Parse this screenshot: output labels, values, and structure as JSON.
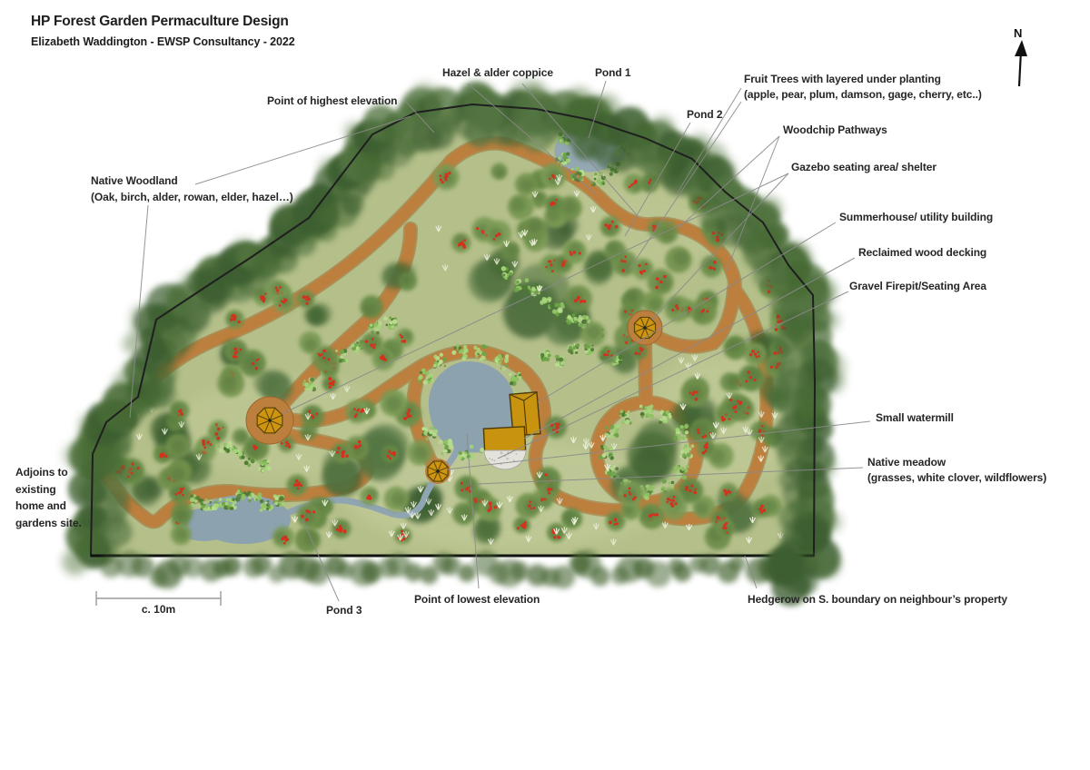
{
  "title": "HP Forest Garden Permaculture Design",
  "subtitle": "Elizabeth Waddington - EWSP Consultancy - 2022",
  "compass_label": "N",
  "scale_label": "c. 10m",
  "labels": {
    "highest_elevation": "Point of highest elevation",
    "hazel_coppice": "Hazel & alder coppice",
    "pond1": "Pond 1",
    "pond2": "Pond 2",
    "fruit_trees_1": "Fruit Trees with layered under planting",
    "fruit_trees_2": "(apple, pear, plum, damson, gage, cherry, etc..)",
    "woodchip": "Woodchip Pathways",
    "gazebo": "Gazebo seating area/ shelter",
    "summerhouse": "Summerhouse/ utility building",
    "decking": "Reclaimed wood decking",
    "gravel": "Gravel Firepit/Seating Area",
    "native_woodland_1": "Native Woodland",
    "native_woodland_2": "(Oak, birch, alder, rowan, elder, hazel…)",
    "watermill": "Small watermill",
    "meadow_1": "Native meadow",
    "meadow_2": "(grasses, white clover, wildflowers)",
    "adjoins_1": "Adjoins to",
    "adjoins_2": "existing",
    "adjoins_3": "home and",
    "adjoins_4": "gardens site.",
    "pond3": "Pond 3",
    "lowest_elevation": "Point of lowest elevation",
    "hedgerow": "Hedgerow on S. boundary on neighbour’s property"
  },
  "colors": {
    "terrain": "#b4bf8a",
    "path": "#bd7f3e",
    "water": "#8ca2af",
    "woodland": "#44652f",
    "fruit_red": "#d5311c",
    "building": "#c8930f",
    "gravel": "#e3e3dc",
    "text": "#262626"
  }
}
